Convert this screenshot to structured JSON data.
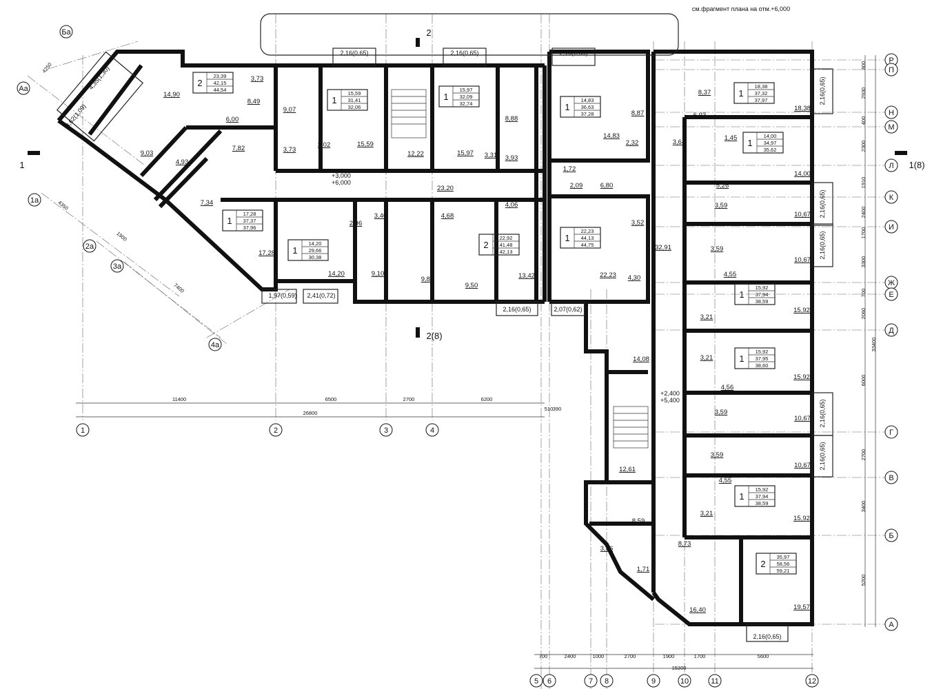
{
  "note": "см.фрагмент плана на отм.+6,000",
  "section_marks": {
    "top": "2",
    "bottom": "2(8)",
    "left": "1",
    "right": "1(8)"
  },
  "levels": {
    "west": [
      "+3,000",
      "+6,000"
    ],
    "east": [
      "+2,400",
      "+5,400"
    ]
  },
  "axes_bottom": [
    "1",
    "2",
    "3",
    "4"
  ],
  "axes_bottom_east": [
    "5",
    "6",
    "7",
    "8",
    "9",
    "10",
    "11",
    "12"
  ],
  "axes_right": [
    "Р",
    "П",
    "Н",
    "М",
    "Л",
    "К",
    "И",
    "Ж",
    "Е",
    "Д",
    "Г",
    "В",
    "Б",
    "А"
  ],
  "axes_diagonal": [
    "Ба",
    "Аа",
    "1а",
    "2а",
    "3а",
    "4а"
  ],
  "dims_west": [
    "11400",
    "6500",
    "2700",
    "6200",
    "26800",
    "510",
    "390"
  ],
  "dims_east": [
    "700",
    "2400",
    "1000",
    "2700",
    "1900",
    "1700",
    "5600",
    "15300"
  ],
  "dims_right": [
    "800",
    "2930",
    "400",
    "2300",
    "1910",
    "2400",
    "1700",
    "3300",
    "700",
    "2060",
    "6000",
    "2700",
    "3400",
    "5200",
    "33400"
  ],
  "dims_diag": [
    "4250",
    "4350",
    "1900",
    "7400"
  ],
  "apartments": [
    {
      "rooms": "2",
      "a": "23,39",
      "b": "42,15",
      "c": "44,54"
    },
    {
      "rooms": "1",
      "a": "15,59",
      "b": "31,41",
      "c": "32,06"
    },
    {
      "rooms": "1",
      "a": "15,97",
      "b": "32,09",
      "c": "32,74"
    },
    {
      "rooms": "1",
      "a": "14,83",
      "b": "36,63",
      "c": "37,28"
    },
    {
      "rooms": "1",
      "a": "18,38",
      "b": "37,32",
      "c": "37,97"
    },
    {
      "rooms": "1",
      "a": "14,00",
      "b": "34,97",
      "c": "35,62"
    },
    {
      "rooms": "1",
      "a": "17,28",
      "b": "37,37",
      "c": "37,96"
    },
    {
      "rooms": "1",
      "a": "14,20",
      "b": "29,66",
      "c": "30,38"
    },
    {
      "rooms": "2",
      "a": "22,92",
      "b": "41,48",
      "c": "42,13"
    },
    {
      "rooms": "1",
      "a": "22,23",
      "b": "44,13",
      "c": "44,75"
    },
    {
      "rooms": "1",
      "a": "15,92",
      "b": "37,94",
      "c": "38,59"
    },
    {
      "rooms": "1",
      "a": "15,92",
      "b": "37,95",
      "c": "38,60"
    },
    {
      "rooms": "1",
      "a": "15,92",
      "b": "37,94",
      "c": "38,59"
    },
    {
      "rooms": "2",
      "a": "35,97",
      "b": "58,56",
      "c": "59,21"
    }
  ],
  "balconies": [
    "2,16(0,65)",
    "2,16(0,65)",
    "2,16(0,65)",
    "2,16(0,65)",
    "2,16(0,65)",
    "2,16(0,65)",
    "2,16(0,65)",
    "2,16(0,65)",
    "2,16(0,65)",
    "2,16(0,65)",
    "1,97(0,59)",
    "2,41(0,72)",
    "2,07(0,62)",
    "4,35(1,30)",
    "3,62(1,09)"
  ],
  "room_areas": [
    "14,90",
    "8,49",
    "3,73",
    "9,07",
    "3,73",
    "3,02",
    "15,59",
    "12,22",
    "15,97",
    "3,31",
    "3,93",
    "8,88",
    "8,87",
    "14,83",
    "2,32",
    "1,72",
    "2,09",
    "6,80",
    "3,64",
    "8,37",
    "6,93",
    "18,38",
    "1,45",
    "14,00",
    "5,26",
    "6,00",
    "9,03",
    "7,82",
    "4,93",
    "7,34",
    "17,28",
    "23,20",
    "2,96",
    "3,40",
    "4,68",
    "4,06",
    "9,10",
    "9,82",
    "9,50",
    "13,42",
    "14,20",
    "3,52",
    "22,23",
    "4,30",
    "32,91",
    "3,59",
    "10,67",
    "3,59",
    "10,67",
    "4,55",
    "15,92",
    "3,21",
    "3,21",
    "15,92",
    "4,56",
    "3,59",
    "10,67",
    "3,59",
    "10,67",
    "4,55",
    "3,21",
    "15,92",
    "14,08",
    "12,61",
    "8,59",
    "3,56",
    "1,71",
    "8,73",
    "16,40",
    "19,57"
  ]
}
